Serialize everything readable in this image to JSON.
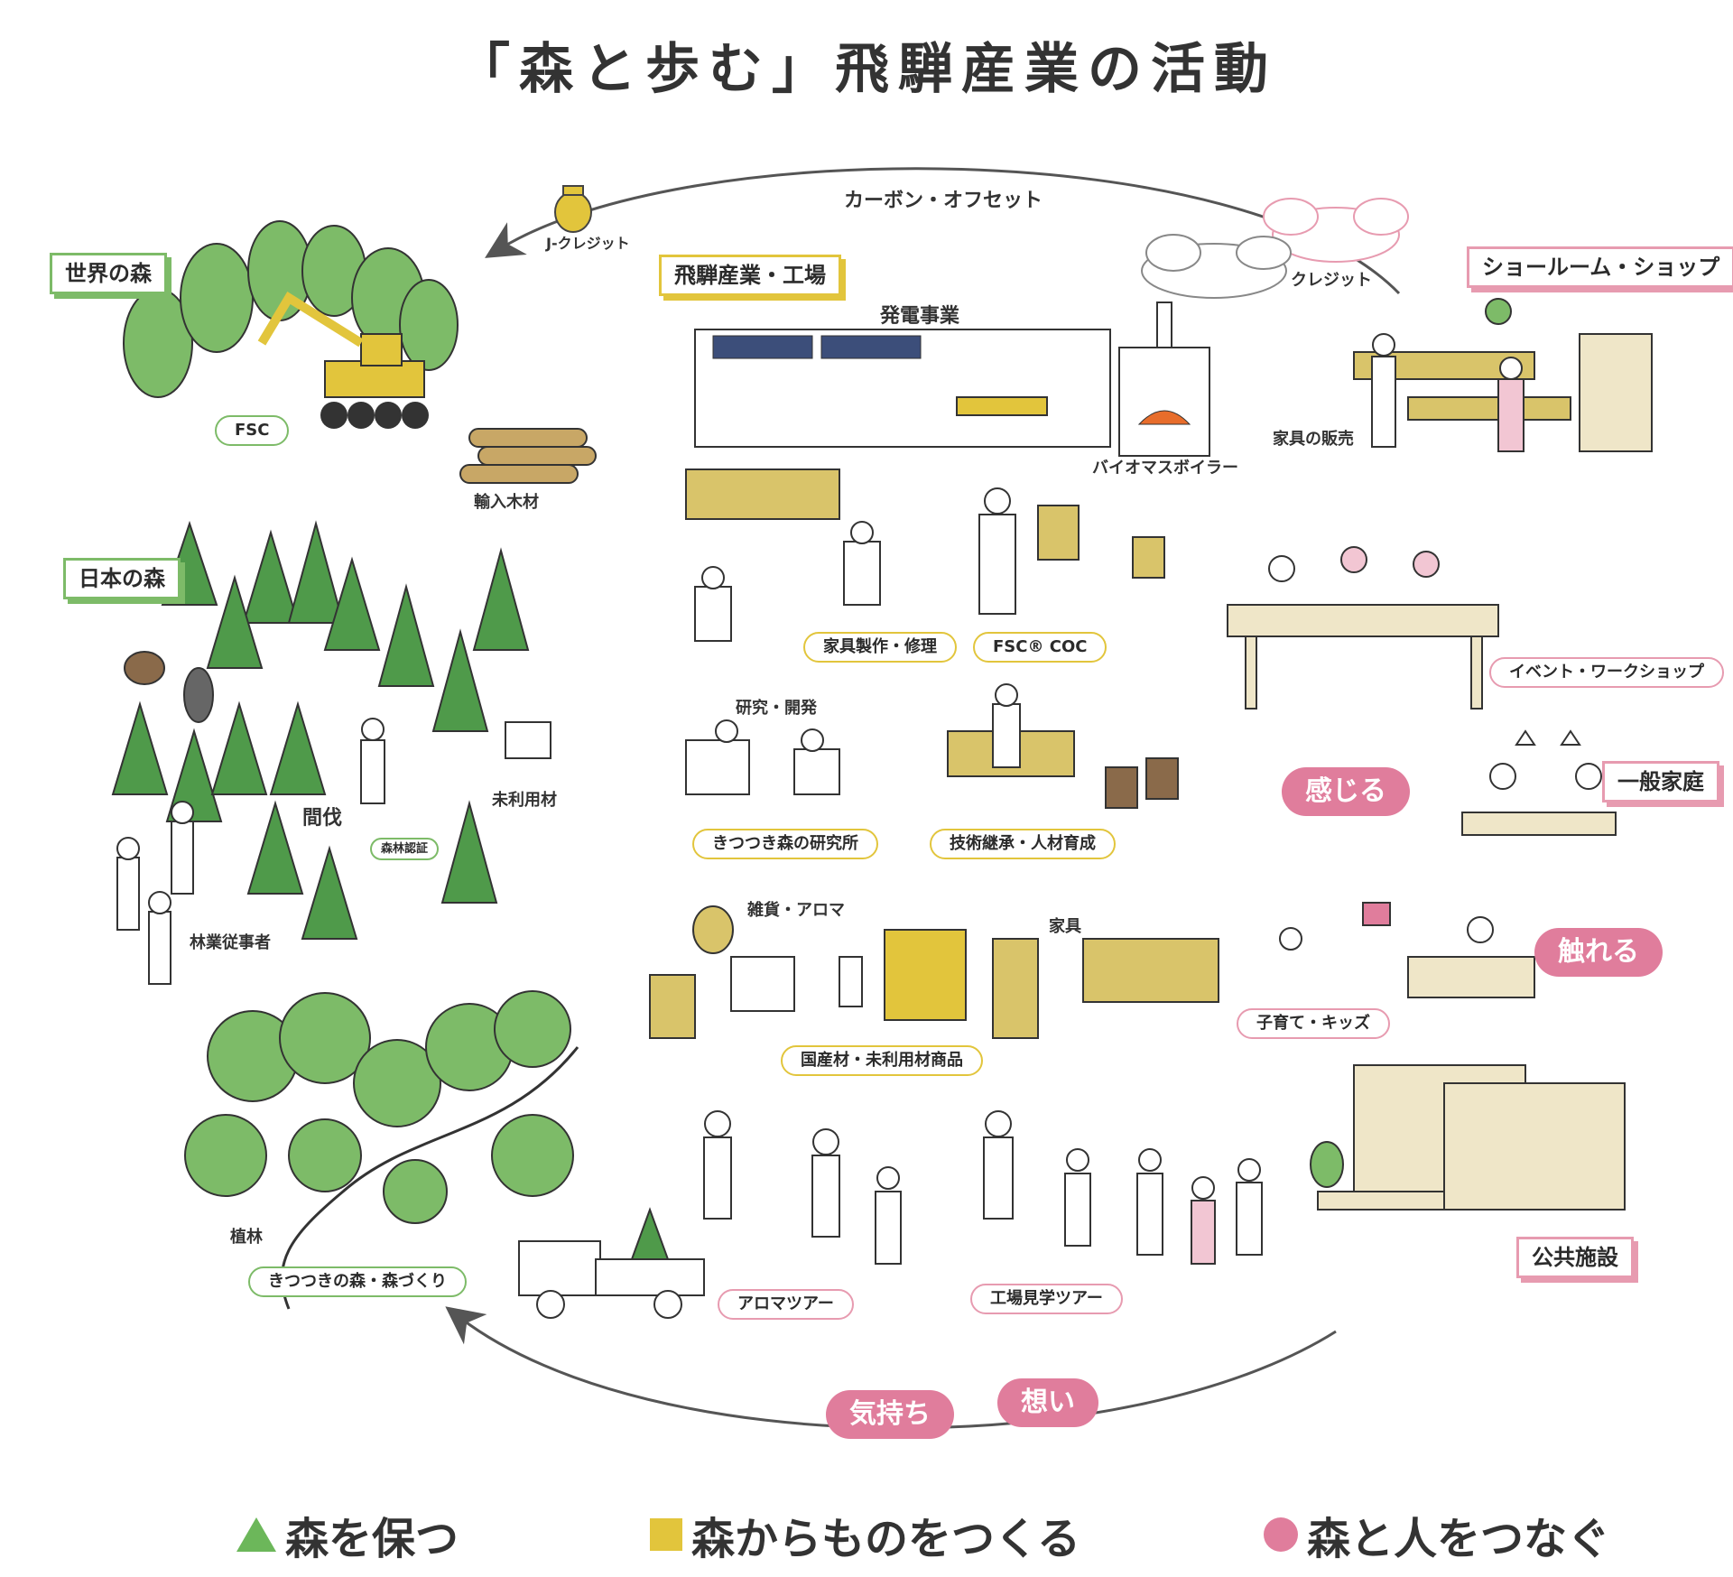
{
  "title": "「森と歩む」飛騨産業の活動",
  "cycle": {
    "top_arrow_label": "カーボン・オフセット",
    "credit_label": "クレジット",
    "bag_label": "J-クレジット"
  },
  "sections": {
    "world_forest": "世界の森",
    "japan_forest": "日本の森",
    "factory": "飛騨産業・工場",
    "showroom": "ショールーム・ショップ",
    "household": "一般家庭",
    "public": "公共施設"
  },
  "labels": {
    "fsc": "FSC",
    "imported_timber": "輸入木材",
    "power_gen": "発電事業",
    "biomass": "バイオマスボイラー",
    "thinning": "間伐",
    "forester": "林業従事者",
    "unused_wood": "未利用材",
    "research_label": "研究・開発",
    "furniture_sales": "家具の販売",
    "planting": "植林",
    "wood_goods": "雑貨・アロマ",
    "furniture": "家具"
  },
  "ovals": {
    "craft": "家具製作・修理",
    "fsc_coc": "FSC® COC",
    "lab": "きつつき森の研究所",
    "tech": "技術継承・人材育成",
    "products": "国産材・未利用材商品",
    "event": "イベント・ワークショップ",
    "kids": "子育て・キッズ",
    "forest_school": "きつつきの森・森づくり",
    "aroma_tour": "アロマツアー",
    "factory_tour": "工場見学ツアー",
    "small_oval": "森林認証"
  },
  "bubbles": {
    "feel": "感じる",
    "touch": "触れる",
    "feeling": "気持ち",
    "thought": "想い"
  },
  "legend": {
    "keep": "森を保つ",
    "make": "森からものをつくる",
    "connect": "森と人をつなぐ"
  },
  "colors": {
    "green": "#6cb75a",
    "yellow": "#e2c53c",
    "pink": "#e07d9c"
  }
}
